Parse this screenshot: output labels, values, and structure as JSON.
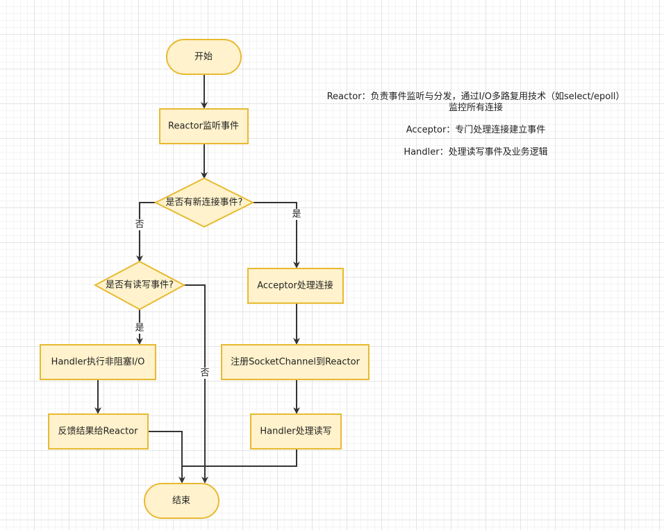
{
  "nodes": {
    "start": "开始",
    "reactor_listen": "Reactor监听事件",
    "new_conn_decision": "是否有新连接事件?",
    "rw_decision": "是否有读写事件?",
    "acceptor": "Acceptor处理连接",
    "handler_nio": "Handler执行非阻塞I/O",
    "register": "注册SocketChannel到Reactor",
    "feedback": "反馈结果给Reactor",
    "handler_rw": "Handler处理读写",
    "end": "结束"
  },
  "edges": {
    "yes_new_conn": "是",
    "no_new_conn": "否",
    "yes_rw": "是",
    "no_rw": "否"
  },
  "notes": {
    "reactor": "Reactor：负责事件监听与分发，通过I/O多路复用技术（如select/epoll）监控所有连接",
    "acceptor": "Acceptor：专门处理连接建立事件",
    "handler": "Handler：处理读写事件及业务逻辑"
  },
  "colors": {
    "node_fill": "#fff2cc",
    "node_stroke": "#e8b930",
    "edge": "#333333"
  }
}
